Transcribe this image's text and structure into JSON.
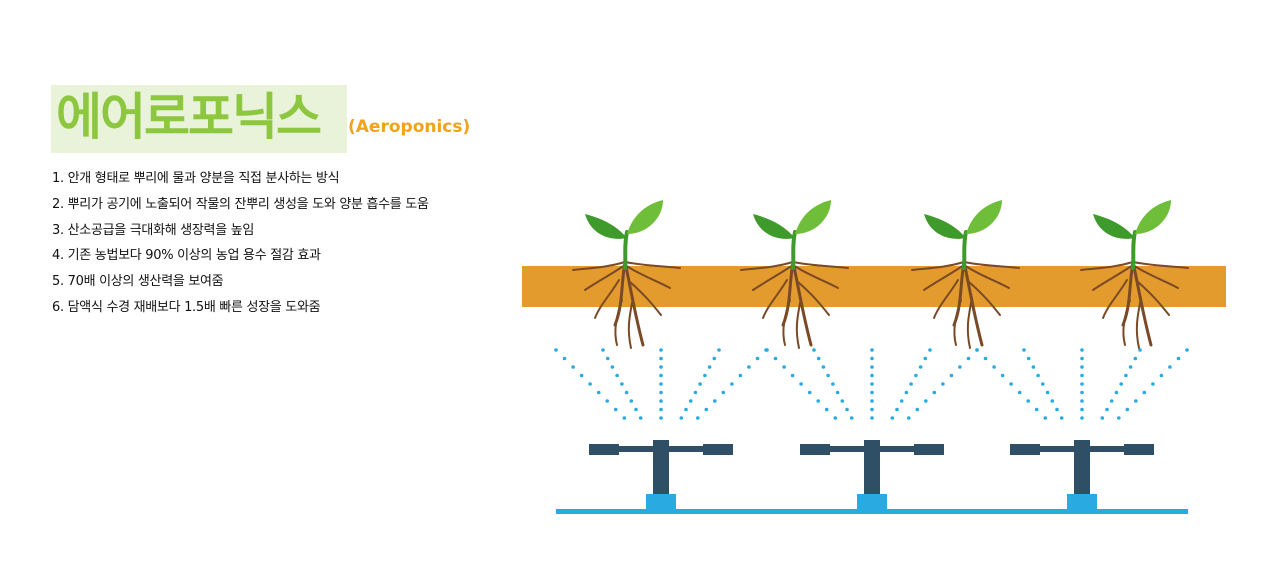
{
  "title": {
    "korean": "에어로포닉스",
    "english": "(Aeroponics)"
  },
  "features": [
    "1. 안개 형태로 뿌리에 물과 양분을 직접 분사하는 방식",
    "2. 뿌리가 공기에 노출되어 작물의 잔뿌리 생성을 도와 양분 흡수를 도움",
    "3. 산소공급을 극대화해 생장력을 높임",
    "4. 기존 농법보다 90% 이상의 농업 용수 절감 효과",
    "5. 70배 이상의 생산력을 보여줌",
    "6. 담액식 수경 재배보다 1.5배 빠른 성장을 도와줌"
  ],
  "colors": {
    "title_green": "#8dc63f",
    "title_bg": "#e8f3d9",
    "english_orange": "#f2a21b",
    "soil": "#e49b2d",
    "leaf_dark": "#3f9a2c",
    "leaf_light": "#6fbe3a",
    "root": "#7a4a26",
    "mist": "#29aae1",
    "sprinkler": "#2f4f66",
    "pipe": "#29aae1"
  },
  "illustration": {
    "plant_count": 4,
    "sprinkler_count": 3
  }
}
